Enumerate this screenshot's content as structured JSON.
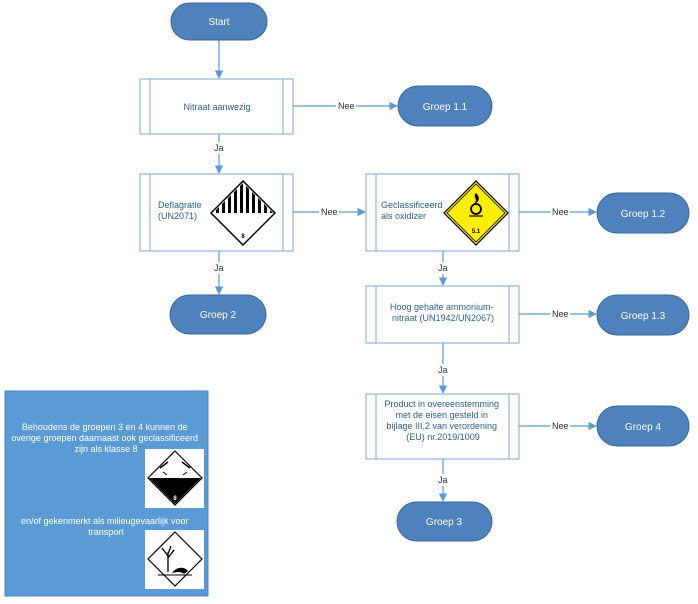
{
  "nodes": {
    "start": "Start",
    "nitraat": "Nitraat aanwezig",
    "groep11": "Groep 1.1",
    "deflagratie": [
      "Deflagratie",
      "(UN2071)"
    ],
    "oxidizer": [
      "Geclassificeerd",
      "als oxidizer"
    ],
    "groep12": "Groep 1.2",
    "groep2": "Groep 2",
    "ammonium": [
      "Hoog gehalte ammonium-",
      "nitraat (UN1942/UN2067)"
    ],
    "groep13": "Groep 1.3",
    "product": [
      "Product in overeenstemming",
      "met de eisen gesteld in",
      "bijlage III,2 van verordening",
      "(EU) nr.2019/1009"
    ],
    "groep4": "Groep 4",
    "groep3": "Groep 3"
  },
  "edges": {
    "nee": "Nee",
    "ja": "Ja"
  },
  "hazard": {
    "class8_number": "8",
    "class51_number": "5.1",
    "corrosive_number": "8"
  },
  "note": {
    "line1": [
      "Behoudens de groepen 3 en 4 kunnen de",
      "overige groepen daarnaast ook geclassificeerd",
      "zijn als klasse 8"
    ],
    "line2": [
      "en/of  gekenmerkt als milieugevaarlijk voor",
      "transport"
    ]
  },
  "colors": {
    "pill": "#4f81bd",
    "pill_stroke": "#3a6898",
    "box_fill": "#ffffff",
    "box_stroke": "#7da7d4",
    "box_inner": "#e4edf7",
    "arrow": "#5b9bd5",
    "note_fill": "#5b9bd5",
    "oxidizer_yellow": "#ffee00"
  }
}
